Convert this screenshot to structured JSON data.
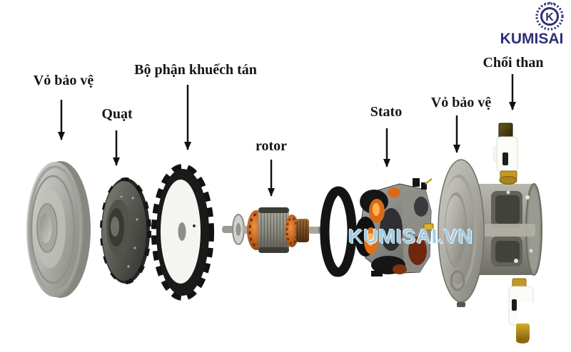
{
  "logo": {
    "brand": "KUMISAI",
    "emblem_letter": "K",
    "color": "#2d3178"
  },
  "watermark": {
    "text": "KUMISAI.VN",
    "color": "#7fbede"
  },
  "labels": [
    {
      "id": "cover-left",
      "text": "Vỏ bảo vệ"
    },
    {
      "id": "fan",
      "text": "Quạt"
    },
    {
      "id": "diffuser",
      "text": "Bộ phận khuếch tán"
    },
    {
      "id": "rotor",
      "text": "rotor"
    },
    {
      "id": "stator",
      "text": "Stato"
    },
    {
      "id": "cover-right",
      "text": "Vỏ bảo vệ"
    },
    {
      "id": "brush",
      "text": "Chổi than"
    }
  ],
  "colors": {
    "label_text": "#151515",
    "arrow": "#111111",
    "copper": "#c05a18",
    "brass": "#c09a22"
  }
}
